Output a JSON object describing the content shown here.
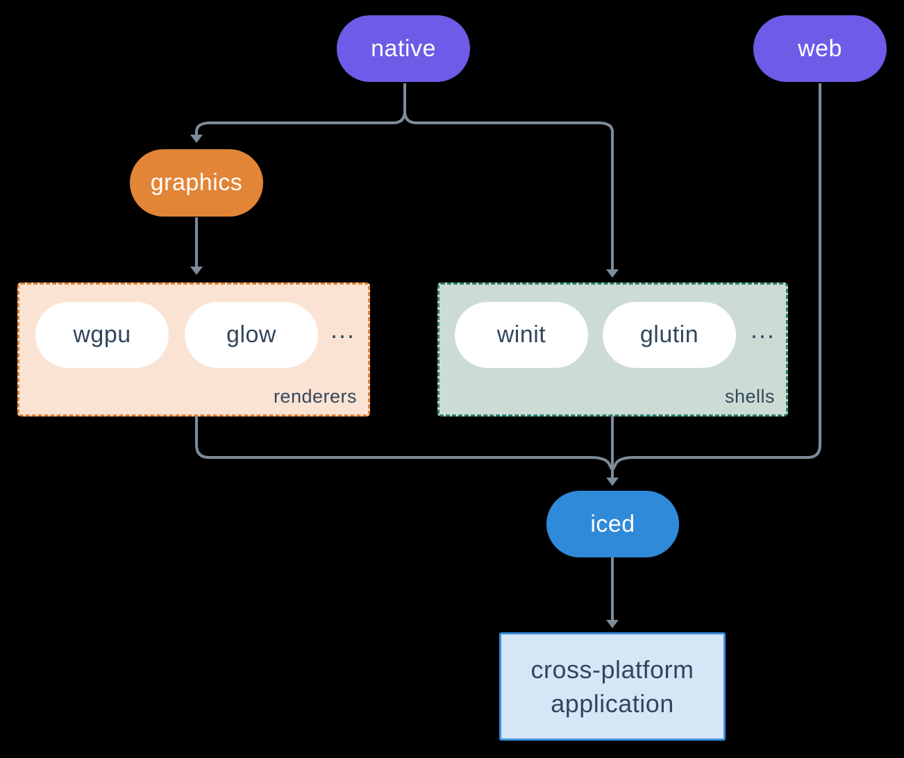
{
  "nodes": {
    "native": {
      "label": "native"
    },
    "web": {
      "label": "web"
    },
    "graphics": {
      "label": "graphics"
    },
    "iced": {
      "label": "iced"
    },
    "application": {
      "line1": "cross-platform",
      "line2": "application"
    }
  },
  "groups": {
    "renderers": {
      "label": "renderers",
      "pills": [
        "wgpu",
        "glow"
      ],
      "ellipsis": "..."
    },
    "shells": {
      "label": "shells",
      "pills": [
        "winit",
        "glutin"
      ],
      "ellipsis": "..."
    }
  },
  "colors": {
    "background": "#000000",
    "edge": "#7d8c9a",
    "pill-purple": "#6c5ce7",
    "pill-orange": "#e28536",
    "pill-blue": "#2f8ad9",
    "pill-white": "#ffffff",
    "text-dark": "#32465a",
    "text-light": "#ffffff",
    "renderers-bg": "#fae3d3",
    "renderers-border": "#e2802f",
    "shells-bg": "#ccdcd4",
    "shells-border": "#2c7d6e",
    "app-bg": "#d5e7f7",
    "app-border": "#3a8edd"
  }
}
